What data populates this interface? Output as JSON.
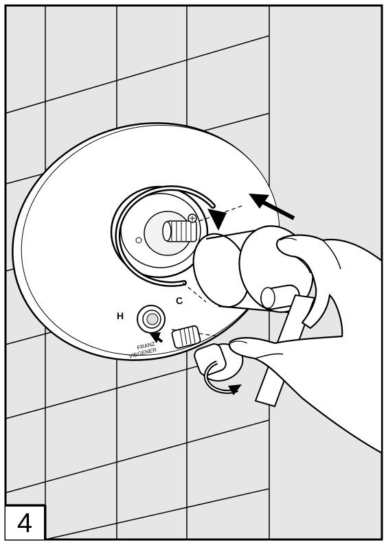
{
  "step": {
    "number": "4"
  },
  "valve": {
    "hot_label": "H",
    "cold_label": "C",
    "brand_line1": "FRANZ",
    "brand_line2": "VIEGENER"
  },
  "colors": {
    "line": "#000000",
    "tile": "#e6e6e6",
    "background": "#ffffff"
  }
}
